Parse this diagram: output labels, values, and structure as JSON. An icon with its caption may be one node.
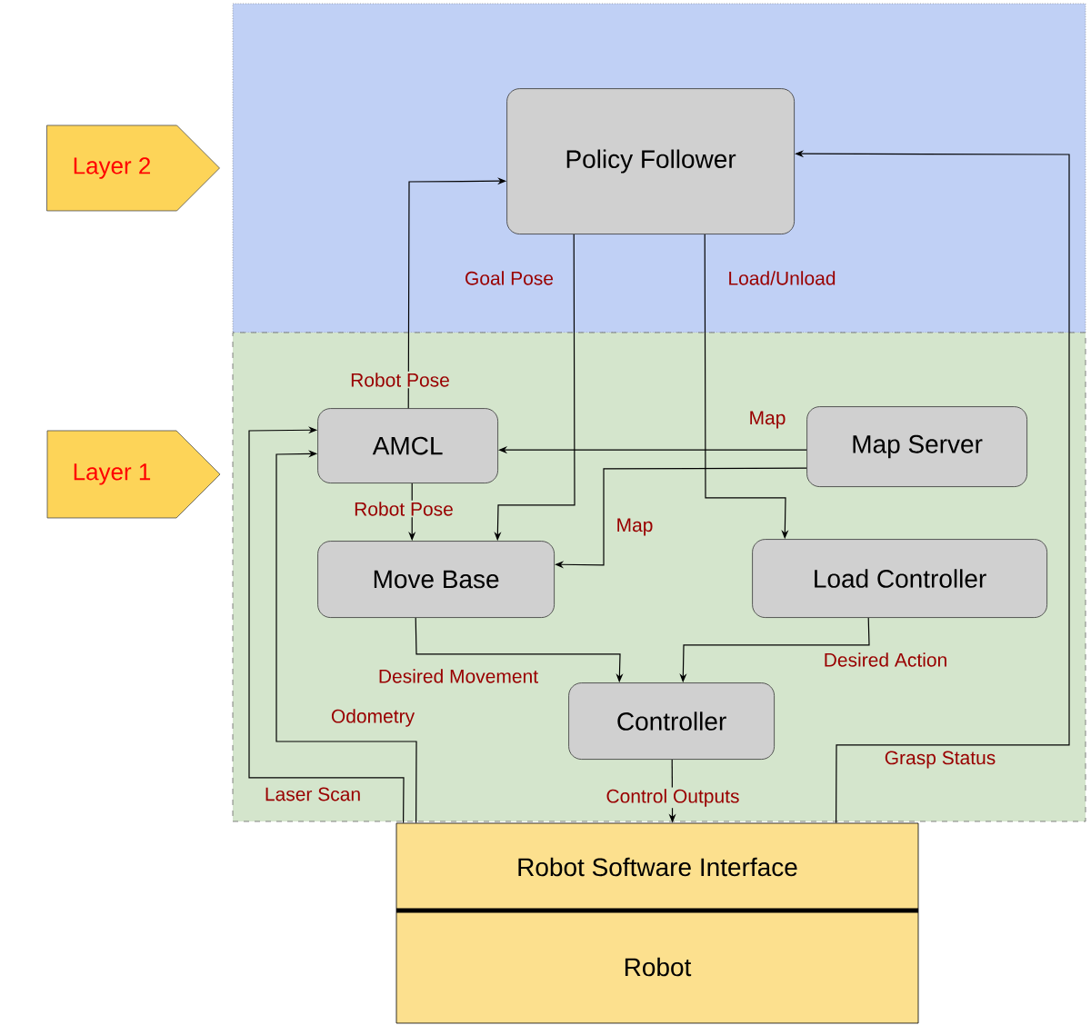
{
  "diagram": {
    "nodes": [
      {
        "text": [
          "Layer 2"
        ]
      },
      {
        "text": [],
        "shape": "box"
      },
      {
        "text": [
          "Policy Follower"
        ],
        "in": 1
      },
      {
        "text": [
          "Layer 1"
        ]
      },
      {
        "text": [],
        "shape": "box"
      },
      {
        "text": [
          "AMCL"
        ],
        "in": 4
      },
      {
        "text": [
          "Map Server"
        ],
        "in": 4
      },
      {
        "text": [
          "Move Base"
        ],
        "in": 4
      },
      {
        "text": [
          "Load Controller"
        ],
        "in": 4
      },
      {
        "text": [
          "Controller"
        ],
        "in": 4
      },
      {
        "text": [
          "Robot Software Interface"
        ]
      },
      {
        "text": [
          "Robot"
        ]
      }
    ],
    "edges": [
      {
        "from": 5,
        "to": 2,
        "arrow": "to",
        "label": "Robot Pose"
      },
      {
        "from": 2,
        "to": 7,
        "arrow": "to",
        "label": "Goal Pose"
      },
      {
        "from": 2,
        "to": 8,
        "arrow": "to",
        "label": "Load/Unload"
      },
      {
        "from": 10,
        "to": 2,
        "arrow": "to",
        "label": "Grasp Status"
      },
      {
        "from": 6,
        "to": 5,
        "arrow": "to",
        "label": "Map"
      },
      {
        "from": 6,
        "to": 7,
        "arrow": "to",
        "label": "Map"
      },
      {
        "from": 5,
        "to": 7,
        "arrow": "to",
        "label": "Robot Pose"
      },
      {
        "from": 7,
        "to": 9,
        "arrow": "to",
        "label": "Desired Movement"
      },
      {
        "from": 8,
        "to": 9,
        "arrow": "to",
        "label": "Desired Action"
      },
      {
        "from": 9,
        "to": 10,
        "arrow": "to",
        "label": "Control Outputs"
      },
      {
        "from": 10,
        "to": 5,
        "arrow": "to",
        "label": "Laser Scan"
      },
      {
        "from": 10,
        "to": 5,
        "arrow": "to",
        "label": "Odometry"
      }
    ]
  }
}
